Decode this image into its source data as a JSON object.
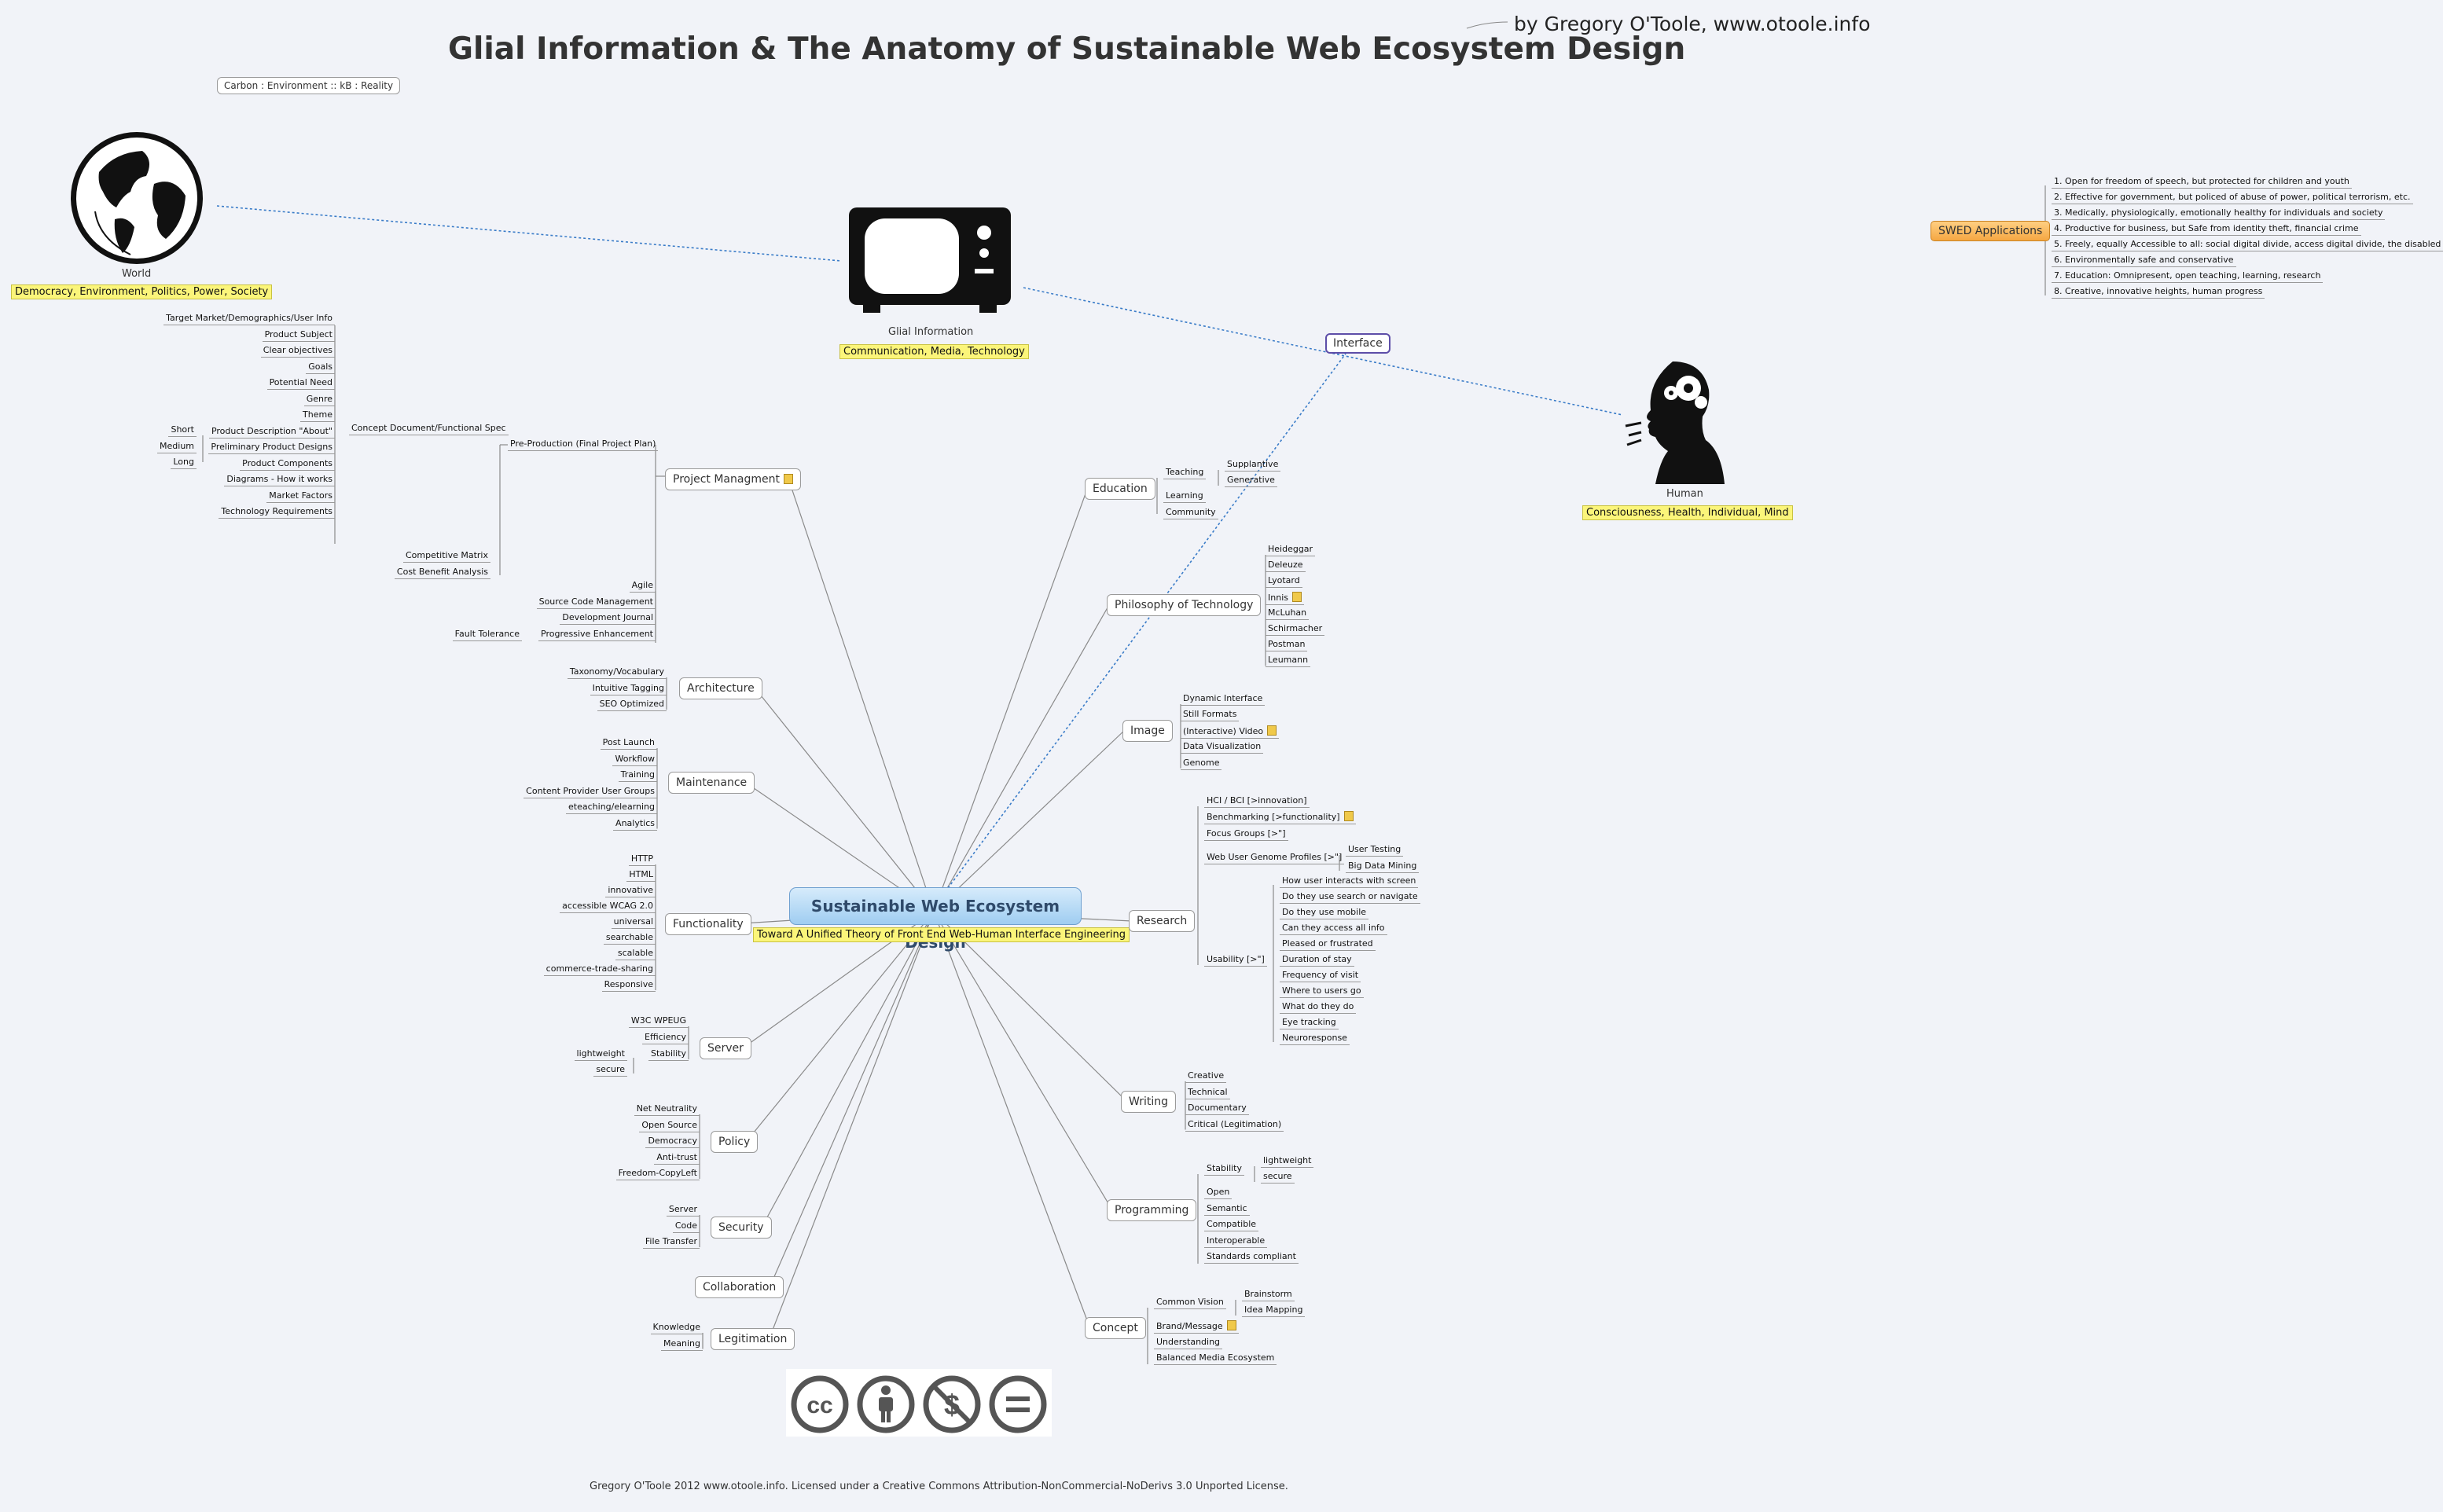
{
  "title": "Glial Information & The Anatomy of Sustainable Web Ecosystem Design",
  "byline": "by Gregory O'Toole, www.otoole.info",
  "equation": "Carbon : Environment :: kB : Reality",
  "footer": "Gregory O'Toole 2012 www.otoole.info. Licensed under a Creative Commons Attribution-NonCommercial-NoDerivs 3.0 Unported License.",
  "images": {
    "world": {
      "caption": "World",
      "label": "Democracy, Environment, Politics, Power, Society",
      "icon": "globe-icon"
    },
    "glial": {
      "caption": "Glial Information",
      "label": "Communication, Media, Technology",
      "icon": "television-icon"
    },
    "human": {
      "caption": "Human",
      "label": "Consciousness, Health, Individual, Mind",
      "icon": "human-head-gears-icon"
    }
  },
  "interface_label": "Interface",
  "center": {
    "title": "Sustainable Web Ecosystem Design",
    "subtitle": "Toward A Unified Theory of Front End Web-Human Interface Engineering"
  },
  "swed": {
    "label": "SWED Applications",
    "items": [
      "1. Open for freedom of speech, but protected for children and youth",
      "2. Effective for government, but policed of abuse of power, political terrorism, etc.",
      "3. Medically, physiologically, emotionally healthy for individuals and society",
      "4. Productive for business, but Safe from identity theft, financial crime",
      "5. Freely, equally Accessible to all: social digital divide, access digital divide, the disabled",
      "6. Environmentally safe and conservative",
      "7. Education: Omnipresent, open teaching, learning, research",
      "8. Creative, innovative heights, human progress"
    ]
  },
  "left": {
    "project": {
      "label": "Project Managment",
      "pre": "Pre-Production (Final Project Plan)",
      "concept": "Concept Document/Functional Spec",
      "concept_items": [
        "Target Market/Demographics/User Info",
        "Product Subject",
        "Clear objectives",
        "Goals",
        "Potential Need",
        "Genre",
        "Theme",
        "Product Description \"About\"",
        "Preliminary Product Designs",
        "Product Components",
        "Diagrams - How it works",
        "Market Factors",
        "Technology Requirements"
      ],
      "about_items": [
        "Short",
        "Medium",
        "Long"
      ],
      "pre_items": [
        "Competitive Matrix",
        "Cost Benefit Analysis"
      ],
      "items": [
        "Agile",
        "Source Code Management",
        "Development Journal",
        "Progressive Enhancement"
      ],
      "fault": "Fault Tolerance"
    },
    "architecture": {
      "label": "Architecture",
      "items": [
        "Taxonomy/Vocabulary",
        "Intuitive Tagging",
        "SEO Optimized"
      ]
    },
    "maintenance": {
      "label": "Maintenance",
      "items": [
        "Post Launch",
        "Workflow",
        "Training",
        "Content Provider User Groups",
        "eteaching/elearning",
        "Analytics"
      ]
    },
    "functionality": {
      "label": "Functionality",
      "items": [
        "HTTP",
        "HTML",
        "innovative",
        "accessible WCAG 2.0",
        "universal",
        "searchable",
        "scalable",
        "commerce-trade-sharing",
        "Responsive"
      ]
    },
    "server": {
      "label": "Server",
      "items": [
        "W3C WPEUG",
        "Efficiency",
        "Stability"
      ],
      "stability_items": [
        "lightweight",
        "secure"
      ]
    },
    "policy": {
      "label": "Policy",
      "items": [
        "Net Neutrality",
        "Open Source",
        "Democracy",
        "Anti-trust",
        "Freedom-CopyLeft"
      ]
    },
    "security": {
      "label": "Security",
      "items": [
        "Server",
        "Code",
        "File Transfer"
      ]
    },
    "collaboration": {
      "label": "Collaboration"
    },
    "legitimation": {
      "label": "Legitimation",
      "items": [
        "Knowledge",
        "Meaning"
      ]
    }
  },
  "right": {
    "education": {
      "label": "Education",
      "teaching": "Teaching",
      "teaching_items": [
        "Supplantive",
        "Generative"
      ],
      "items": [
        "Learning",
        "Community"
      ]
    },
    "philosophy": {
      "label": "Philosophy of Technology",
      "items": [
        "Heideggar",
        "Deleuze",
        "Lyotard",
        "Innis",
        "McLuhan",
        "Schirmacher",
        "Postman",
        "Leumann"
      ]
    },
    "image": {
      "label": "Image",
      "items": [
        "Dynamic Interface",
        "Still Formats",
        "(Interactive) Video",
        "Data Visualization",
        "Genome"
      ]
    },
    "research": {
      "label": "Research",
      "items": [
        "HCI / BCI [>innovation]",
        "Benchmarking [>functionality]",
        "Focus Groups [>\"]",
        "Web User Genome Profiles [>\"]",
        "Usability [>\"]"
      ],
      "genome_items": [
        "User Testing",
        "Big Data Mining"
      ],
      "usability_items": [
        "How user interacts with screen",
        "Do they use search or navigate",
        "Do they use mobile",
        "Can they access all info",
        "Pleased or frustrated",
        "Duration of stay",
        "Frequency of visit",
        "Where to users go",
        "What do they do",
        "Eye tracking",
        "Neuroresponse"
      ]
    },
    "writing": {
      "label": "Writing",
      "items": [
        "Creative",
        "Technical",
        "Documentary",
        "Critical (Legitimation)"
      ]
    },
    "programming": {
      "label": "Programming",
      "stability": "Stability",
      "stability_items": [
        "lightweight",
        "secure"
      ],
      "items": [
        "Open",
        "Semantic",
        "Compatible",
        "Interoperable",
        "Standards compliant"
      ]
    },
    "concept": {
      "label": "Concept",
      "vision": "Common Vision",
      "vision_items": [
        "Brainstorm",
        "Idea Mapping"
      ],
      "items": [
        "Brand/Message",
        "Understanding",
        "Balanced Media Ecosystem"
      ]
    }
  },
  "colors": {
    "background": "#f1f3f8",
    "connector": "#888888",
    "highlight": "#fbf57a",
    "link_arrow": "#3a7cc8",
    "center_fill": "#aed6f5",
    "swed_fill": "#f8b85a"
  }
}
